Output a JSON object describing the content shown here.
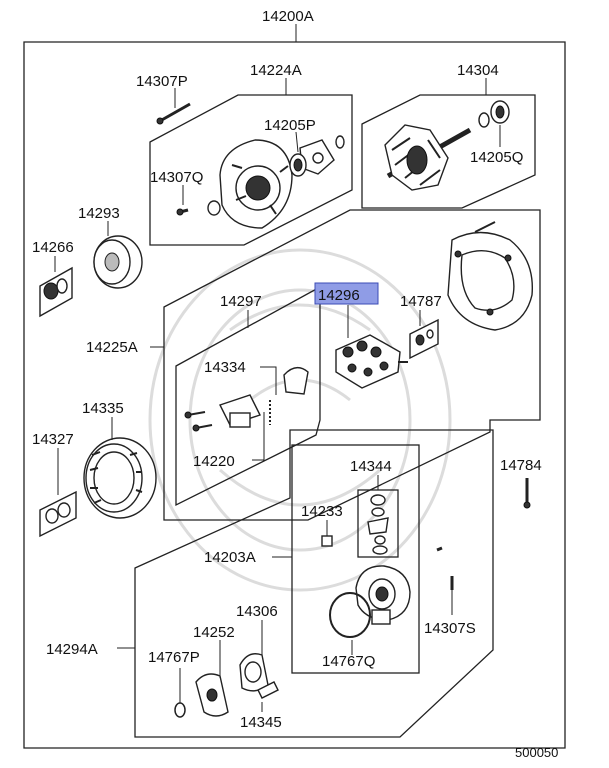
{
  "labels": {
    "assembly": "14200A",
    "cover_bolt": "14307P",
    "front_bracket_assy": "14224A",
    "front_bearing": "14205P",
    "rotor": "14304",
    "rotor_bearing": "14205Q",
    "bracket_screw": "14307Q",
    "pulley": "14293",
    "pulley_nut": "14266",
    "regulator_assy": "14297",
    "rectifier": "14296",
    "rectifier_insulator": "14787",
    "rear_group": "14225A",
    "regulator": "14334",
    "brush": "14220",
    "stator": "14335",
    "stator_washer": "14327",
    "through_bolt": "14784",
    "seal_kit": "14344",
    "plug": "14233",
    "vacuum_pump": "14203A",
    "pump_screw": "14307S",
    "pump_gasket": "14767Q",
    "oil_kit": "14294A",
    "cover": "14306",
    "cover_plate": "14252",
    "cover_oring": "14767P",
    "cover_gasket": "14345"
  },
  "footer_code": "500050",
  "highlighted_part": "14296",
  "highlight_color": "#8f9ce6"
}
